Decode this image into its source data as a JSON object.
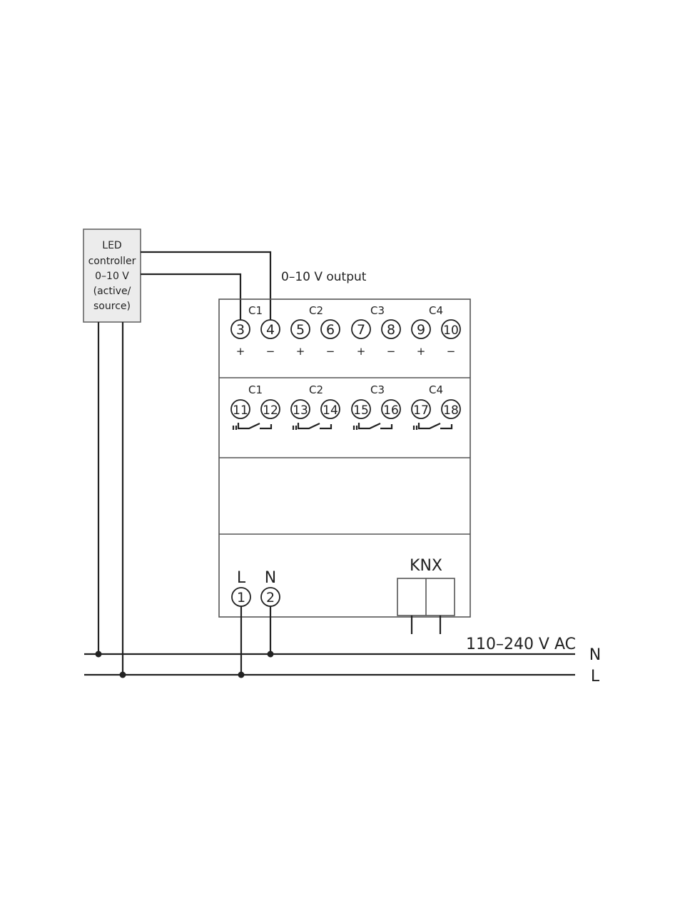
{
  "led_controller": {
    "lines": [
      "LED",
      "controller",
      "0–10 V",
      "(active/",
      "source)"
    ],
    "fill": "#ececec"
  },
  "output_label": "0–10 V output",
  "top_section": {
    "channels": [
      {
        "label": "C1",
        "terminals": [
          "3",
          "4"
        ],
        "polarity": [
          "+",
          "−"
        ]
      },
      {
        "label": "C2",
        "terminals": [
          "5",
          "6"
        ],
        "polarity": [
          "+",
          "−"
        ]
      },
      {
        "label": "C3",
        "terminals": [
          "7",
          "8"
        ],
        "polarity": [
          "+",
          "−"
        ]
      },
      {
        "label": "C4",
        "terminals": [
          "9",
          "10"
        ],
        "polarity": [
          "+",
          "−"
        ]
      }
    ]
  },
  "relay_section": {
    "channels": [
      {
        "label": "C1",
        "terminals": [
          "11",
          "12"
        ],
        "contact_symbol": "relay-contact-icon"
      },
      {
        "label": "C2",
        "terminals": [
          "13",
          "14"
        ],
        "contact_symbol": "relay-contact-icon"
      },
      {
        "label": "C3",
        "terminals": [
          "15",
          "16"
        ],
        "contact_symbol": "relay-contact-icon"
      },
      {
        "label": "C4",
        "terminals": [
          "17",
          "18"
        ],
        "contact_symbol": "relay-contact-icon"
      }
    ]
  },
  "power_section": {
    "L_label": "L",
    "N_label": "N",
    "L_terminal": "1",
    "N_terminal": "2",
    "knx_label": "KNX"
  },
  "supply": {
    "voltage_label": "110–240 V AC",
    "N_line_label": "N",
    "L_line_label": "L"
  },
  "colors": {
    "line": "#222222",
    "box_border": "#555555",
    "controller_fill": "#ececec"
  }
}
